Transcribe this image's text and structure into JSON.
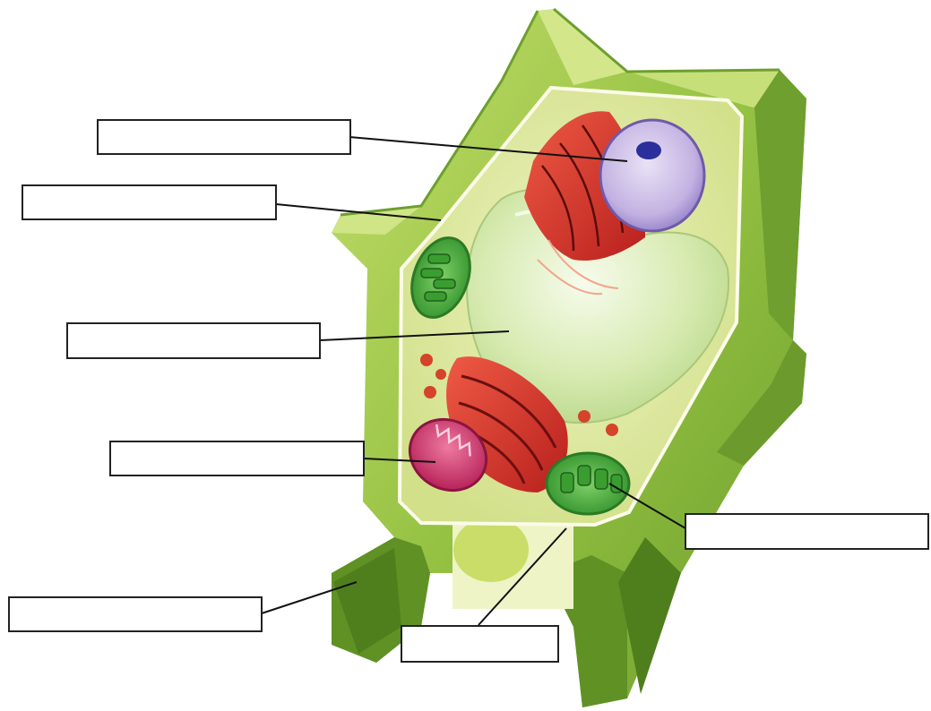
{
  "diagram": {
    "labels": [
      {
        "id": "nucleus",
        "text": ""
      },
      {
        "id": "cytoplasm",
        "text": ""
      },
      {
        "id": "vacuole",
        "text": ""
      },
      {
        "id": "mitochondrion",
        "text": ""
      },
      {
        "id": "chloroplast",
        "text": ""
      },
      {
        "id": "cell-wall",
        "text": ""
      },
      {
        "id": "cell-membrane",
        "text": ""
      }
    ],
    "colors": {
      "wall_light": "#b9d65c",
      "wall_mid": "#8fbf3c",
      "wall_dark": "#5a8f22",
      "cytoplasm": "#dfe9a0",
      "vacuole": "#d9ecb2",
      "nucleus": "#b9a8dc",
      "golgi_er": "#d8332b",
      "mitochondrion": "#d2426e",
      "chloroplast": "#4caf3a",
      "leader_line": "#111111"
    }
  }
}
